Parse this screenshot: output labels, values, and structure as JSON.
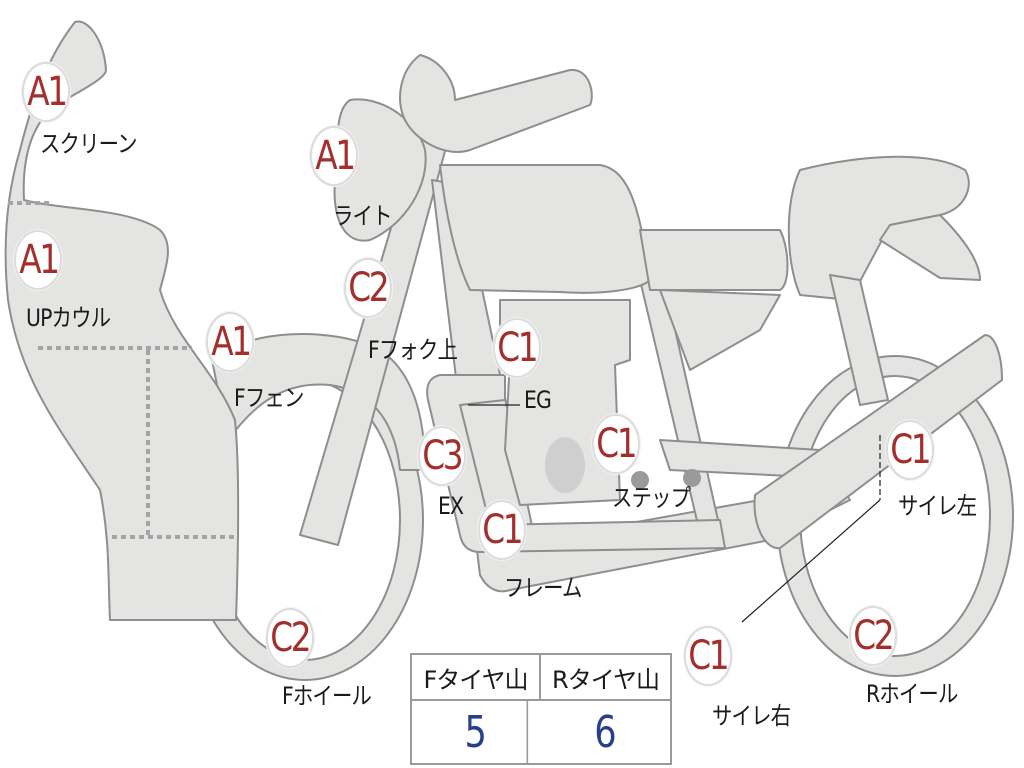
{
  "markers": [
    {
      "code": "A1",
      "label": "スクリーン"
    },
    {
      "code": "A1",
      "label": "ライト"
    },
    {
      "code": "A1",
      "label": "UPカウル"
    },
    {
      "code": "C2",
      "label": "Fフォク上"
    },
    {
      "code": "A1",
      "label": "Fフェン"
    },
    {
      "code": "C1",
      "label": "EG"
    },
    {
      "code": "C1",
      "label": "ステップ"
    },
    {
      "code": "C3",
      "label": "EX"
    },
    {
      "code": "C1",
      "label": "フレーム"
    },
    {
      "code": "C1",
      "label": "サイレ左"
    },
    {
      "code": "C1",
      "label": "サイレ右"
    },
    {
      "code": "C2",
      "label": "Fホイール"
    },
    {
      "code": "C2",
      "label": "Rホイール"
    }
  ],
  "tire_table": {
    "headers": [
      "Fタイヤ山",
      "Rタイヤ山"
    ],
    "values": [
      "5",
      "6"
    ]
  },
  "colors": {
    "part_fill": "#e4e4e2",
    "outline": "#8e8e8e",
    "code_text": "#a32f2c",
    "value_text": "#2a3f8c"
  }
}
